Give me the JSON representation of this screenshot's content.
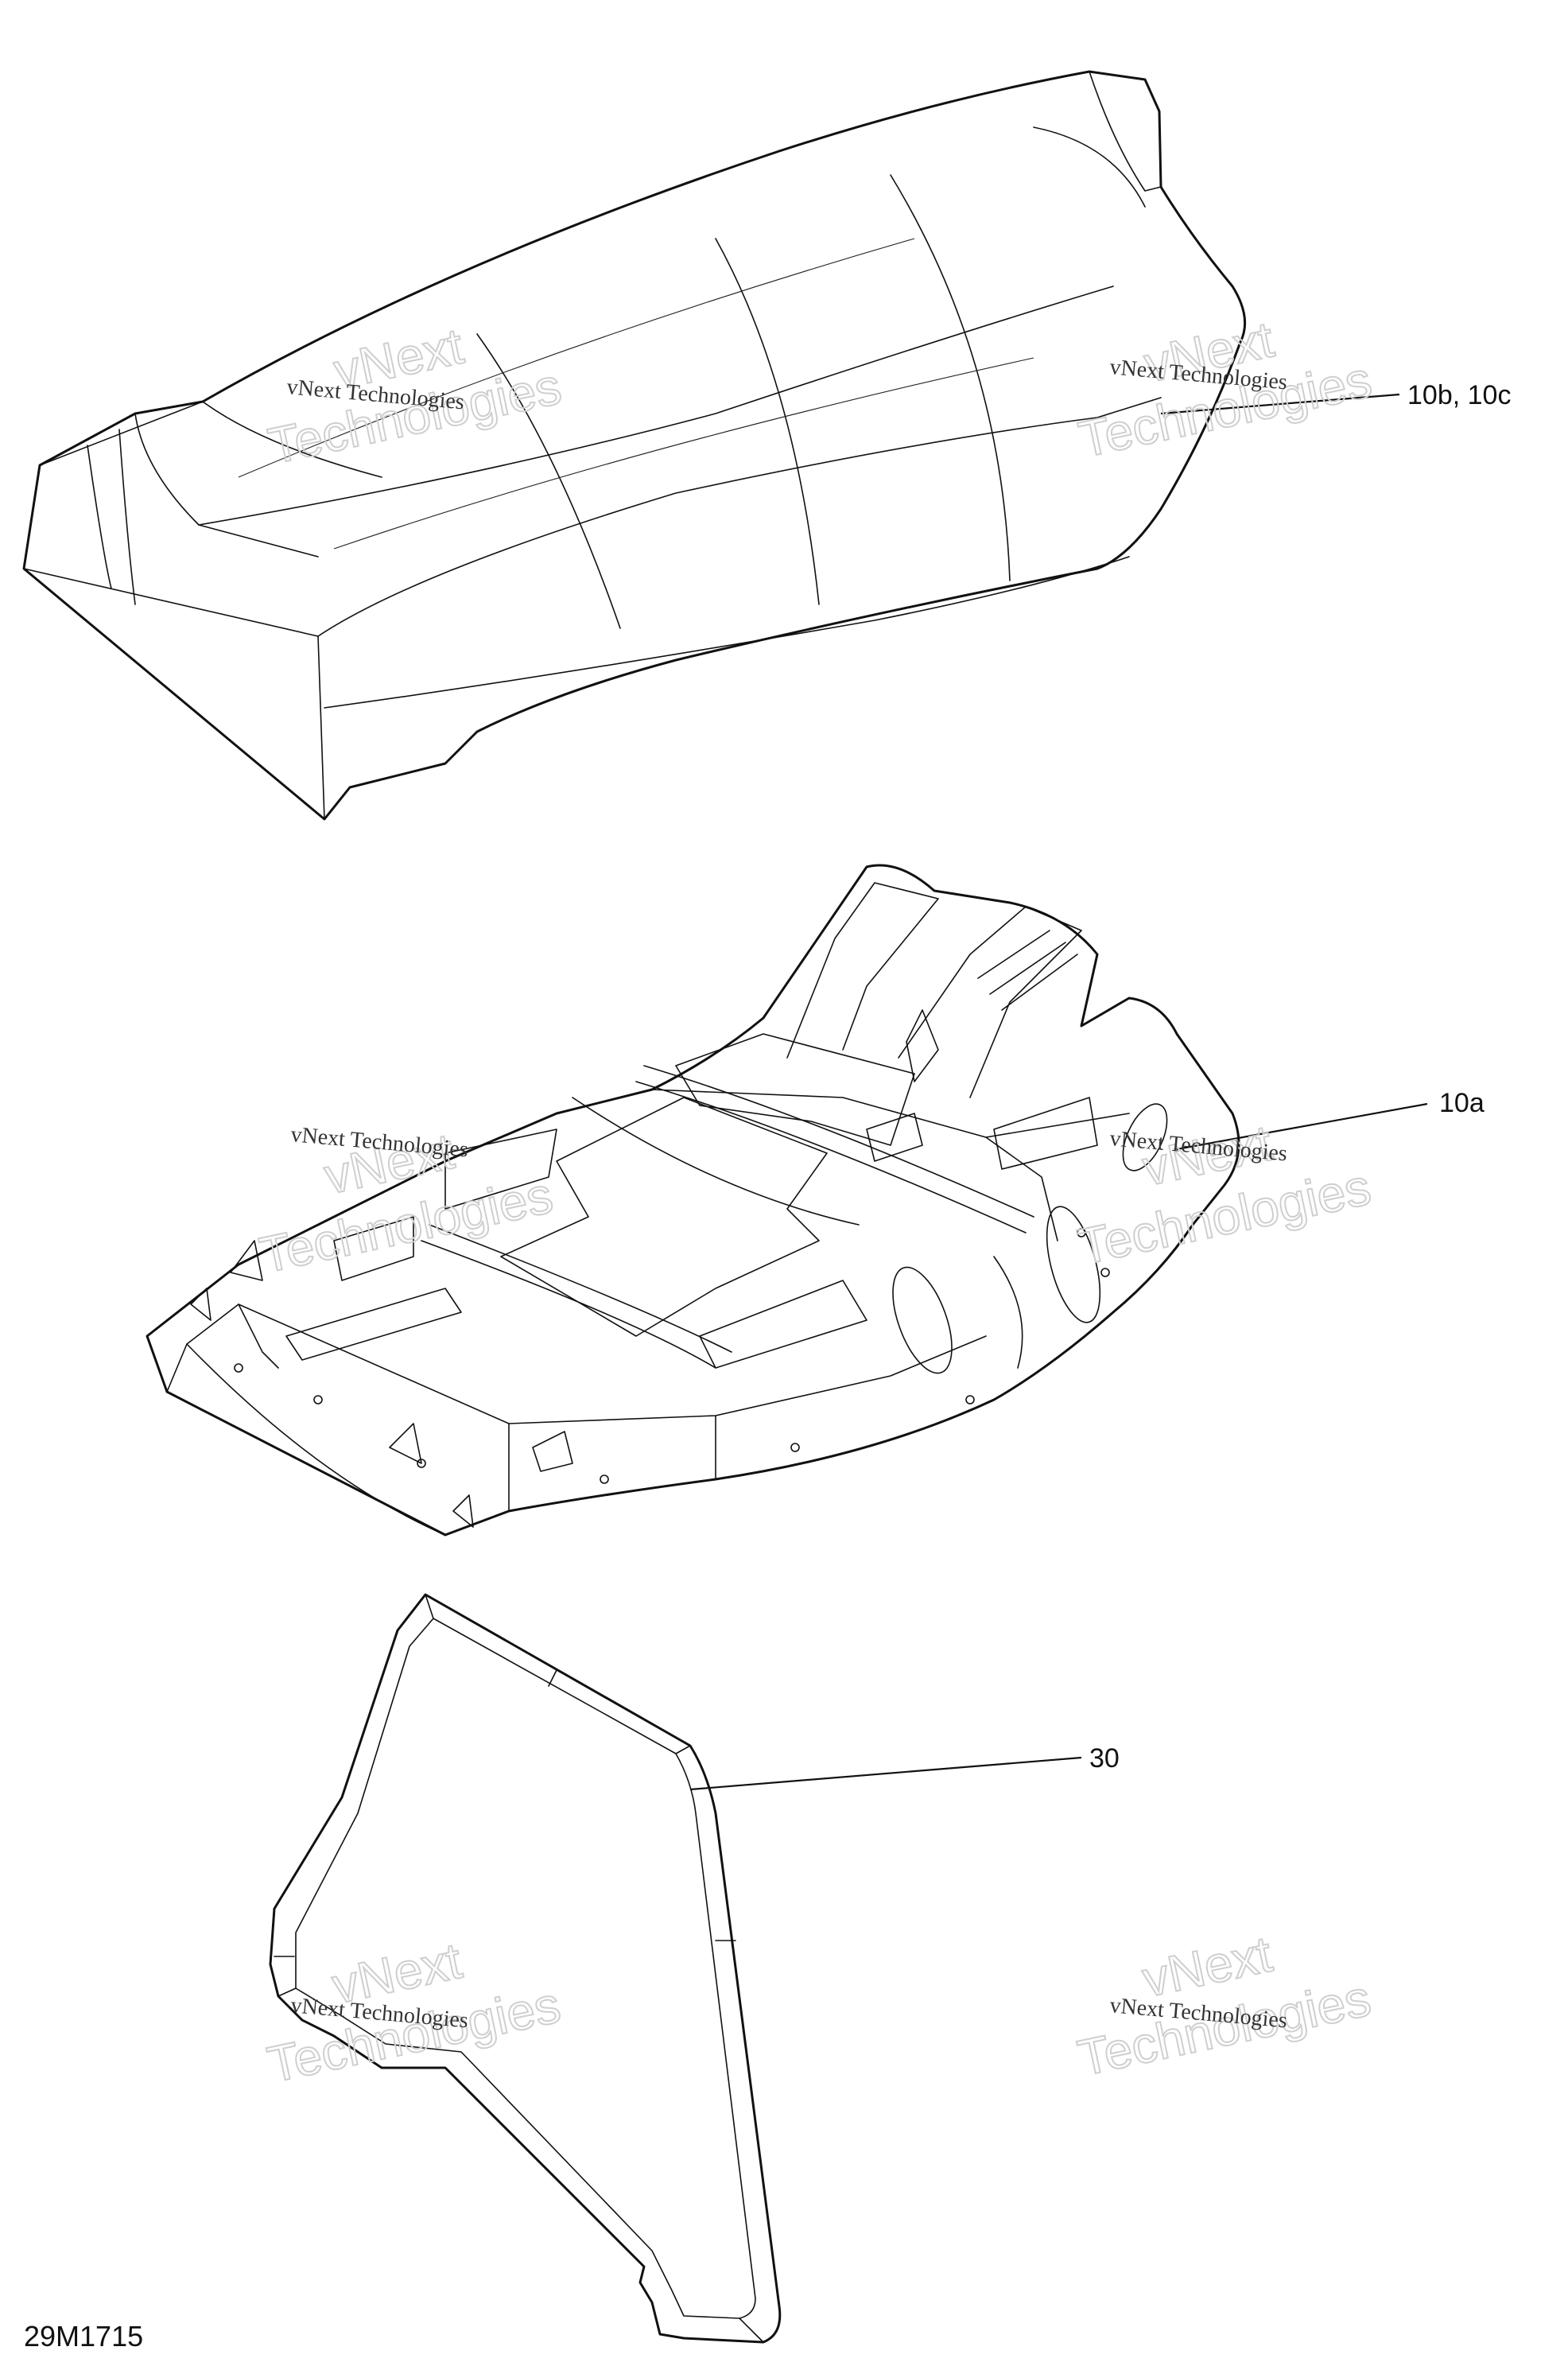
{
  "callouts": {
    "seat_cover": "10b, 10c",
    "seat_base": "10a",
    "storage_bin": "30"
  },
  "reference_code": "29M1715",
  "watermark": {
    "small": "vNext Technologies",
    "big_line1": "vNext",
    "big_line2": "Technologies"
  }
}
